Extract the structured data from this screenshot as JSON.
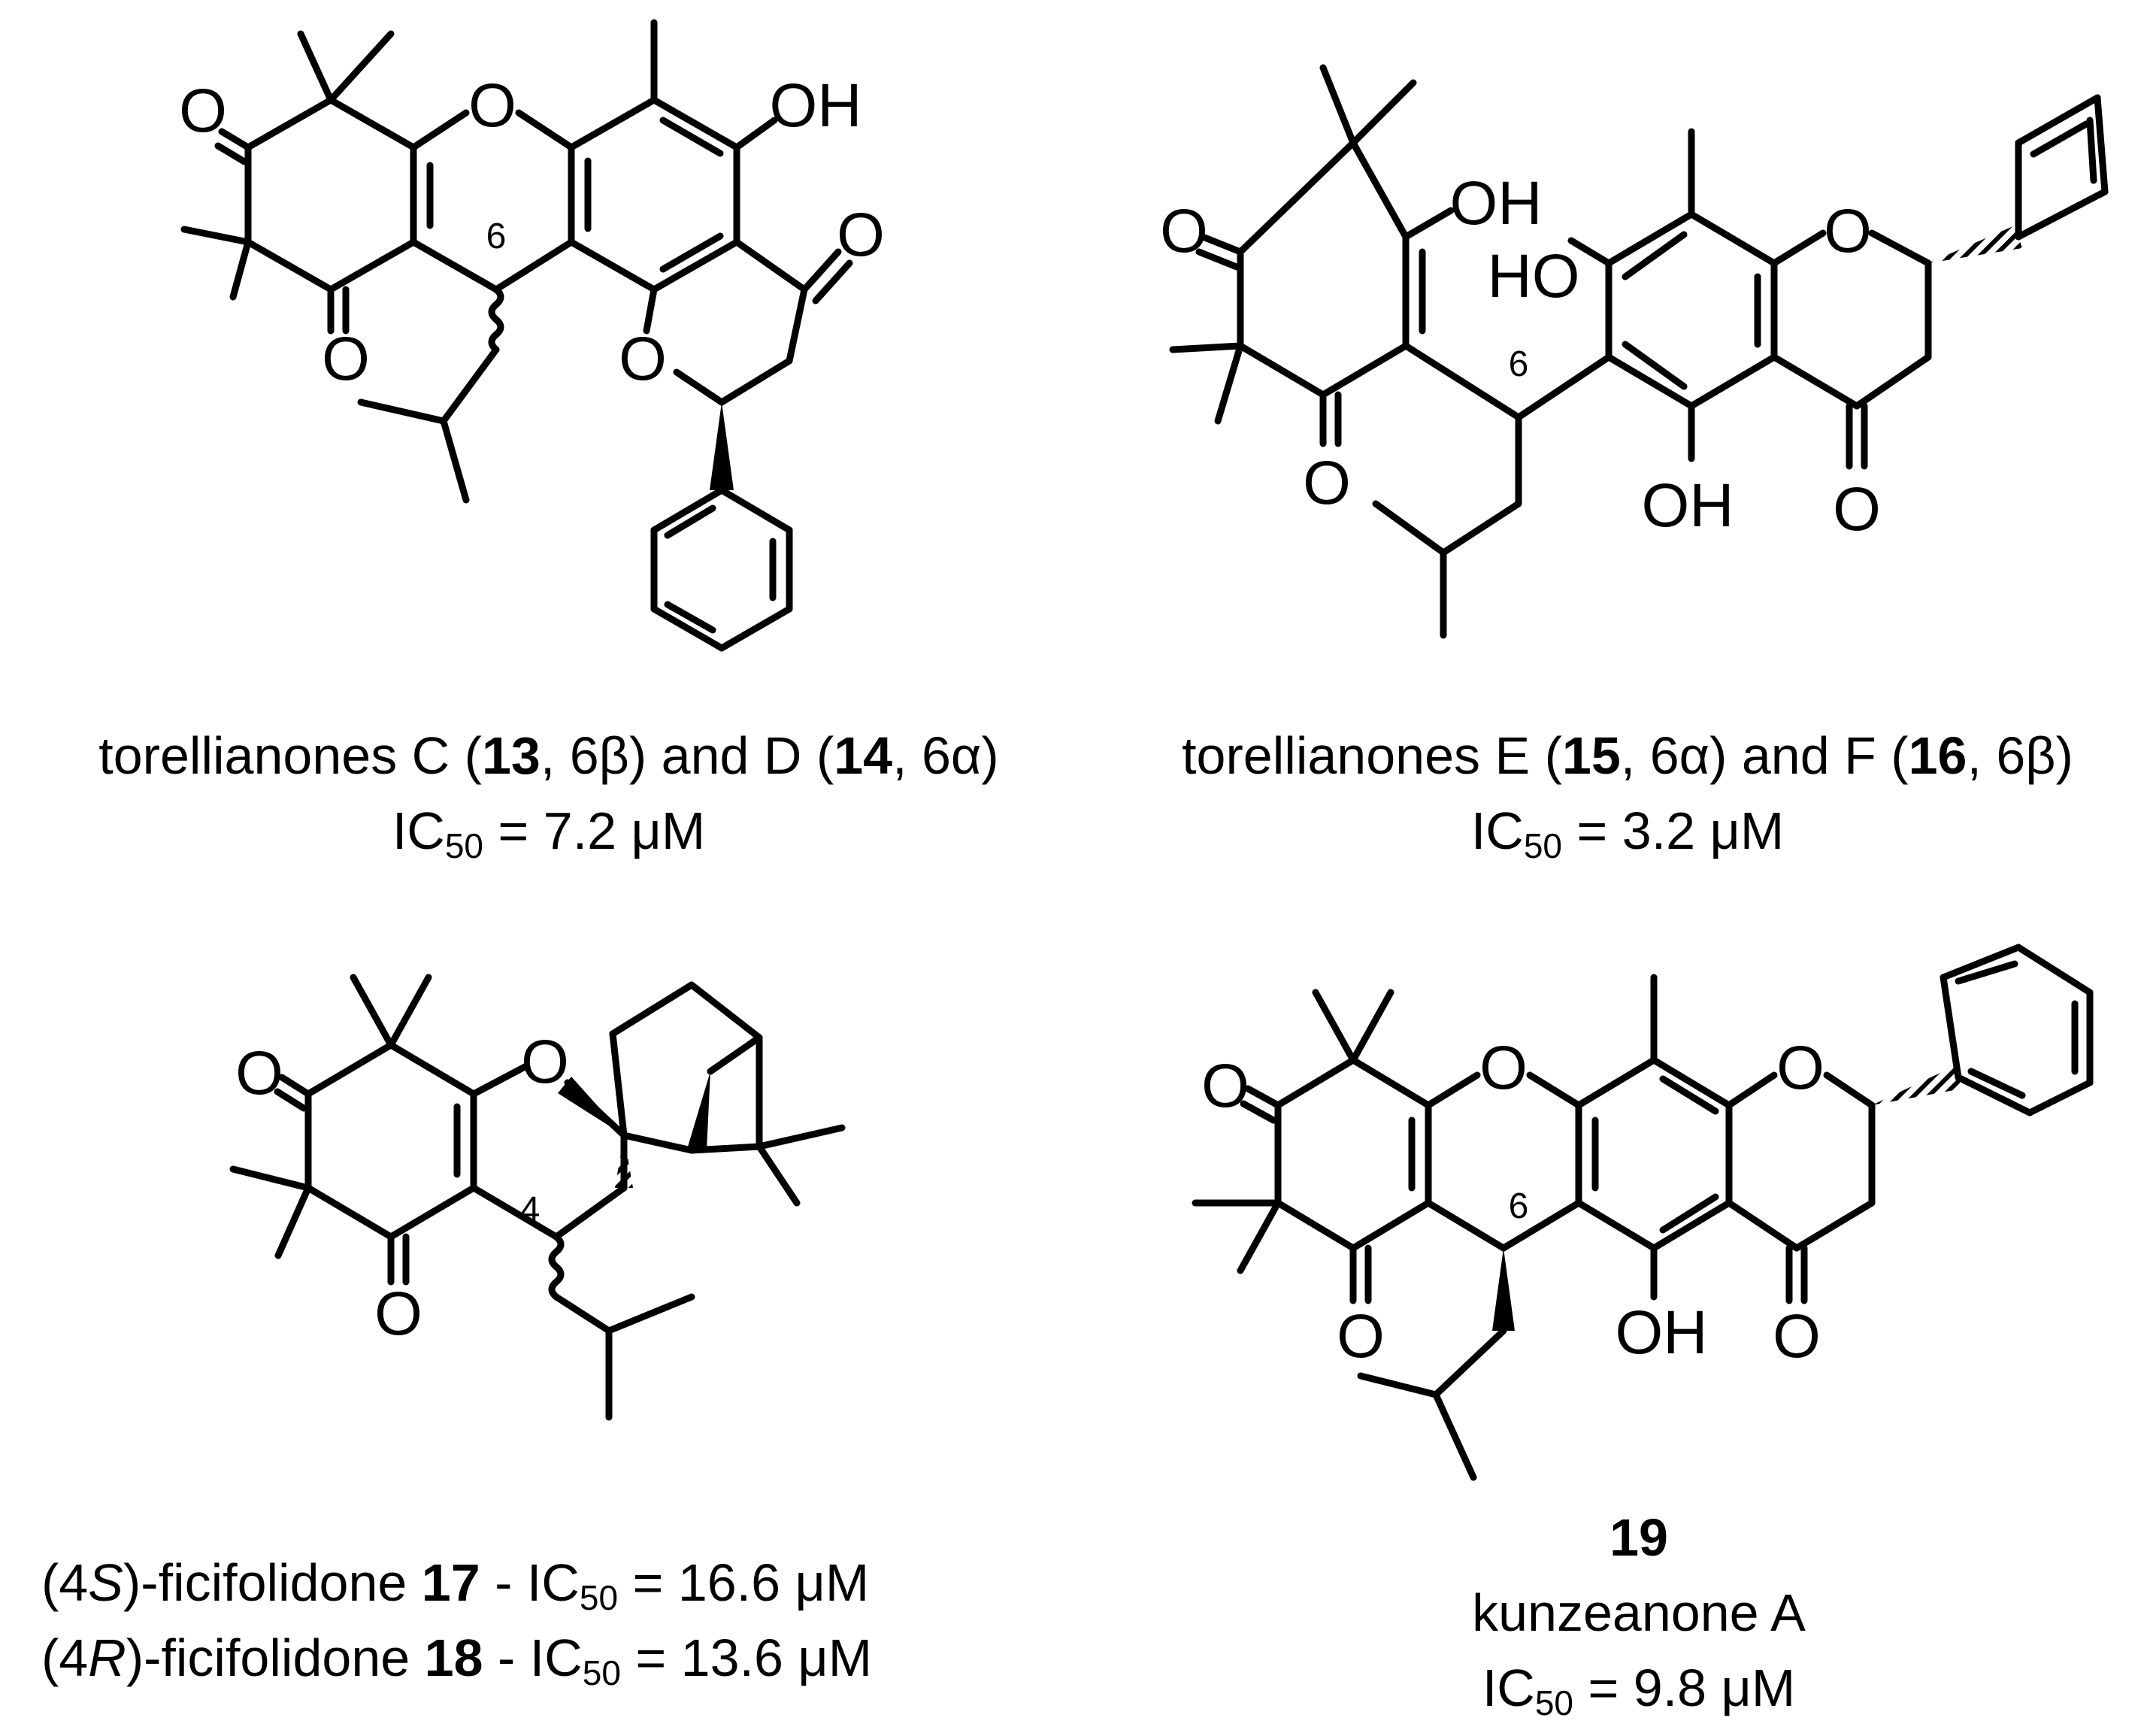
{
  "compounds": {
    "c13_14": {
      "atoms": {
        "o_top": "O",
        "o_ketone_left": "O",
        "o_ketone_bottom": "O",
        "oh": "OH",
        "o_ketone_right": "O",
        "o_ring": "O"
      },
      "locant": "6",
      "caption": {
        "prefix": "torellianones C (",
        "n1": "13",
        "mid1": ", 6β) and D (",
        "n2": "14",
        "suffix": ", 6α)",
        "ic_label": "IC",
        "ic_sub": "50",
        "ic_value": " = 7.2 μM"
      }
    },
    "c15_16": {
      "atoms": {
        "o_ketone_left": "O",
        "oh_top": "OH",
        "ho": "HO",
        "o_ring": "O",
        "o_ketone_bottom": "O",
        "oh_bottom": "OH",
        "o_ketone_right": "O"
      },
      "locant": "6",
      "caption": {
        "prefix": "torellianones E (",
        "n1": "15",
        "mid1": ", 6α) and F (",
        "n2": "16",
        "suffix": ", 6β)",
        "ic_label": "IC",
        "ic_sub": "50",
        "ic_value": " = 3.2 μM"
      }
    },
    "c17_18": {
      "atoms": {
        "o_ketone_left": "O",
        "o_ring": "O",
        "o_ketone_bottom": "O"
      },
      "locant": "4",
      "caption": {
        "line1_a": "(4",
        "line1_s": "S",
        "line1_b": ")-ficifolidone ",
        "line1_n": "17",
        "line1_c": " -  IC",
        "line1_sub": "50",
        "line1_d": " = 16.6 μM",
        "line2_a": "(4",
        "line2_s": "R",
        "line2_b": ")-ficifolidone ",
        "line2_n": "18",
        "line2_c": " -  IC",
        "line2_sub": "50",
        "line2_d": " = 13.6 μM"
      }
    },
    "c19": {
      "atoms": {
        "o_ketone_left": "O",
        "o_ring1": "O",
        "o_ring2": "O",
        "o_ketone_bottom": "O",
        "oh": "OH",
        "o_ketone_right": "O"
      },
      "locant": "6",
      "caption": {
        "number": "19",
        "name": "kunzeanone A",
        "ic_label": "IC",
        "ic_sub": "50",
        "ic_value": " = 9.8 μM"
      }
    }
  }
}
